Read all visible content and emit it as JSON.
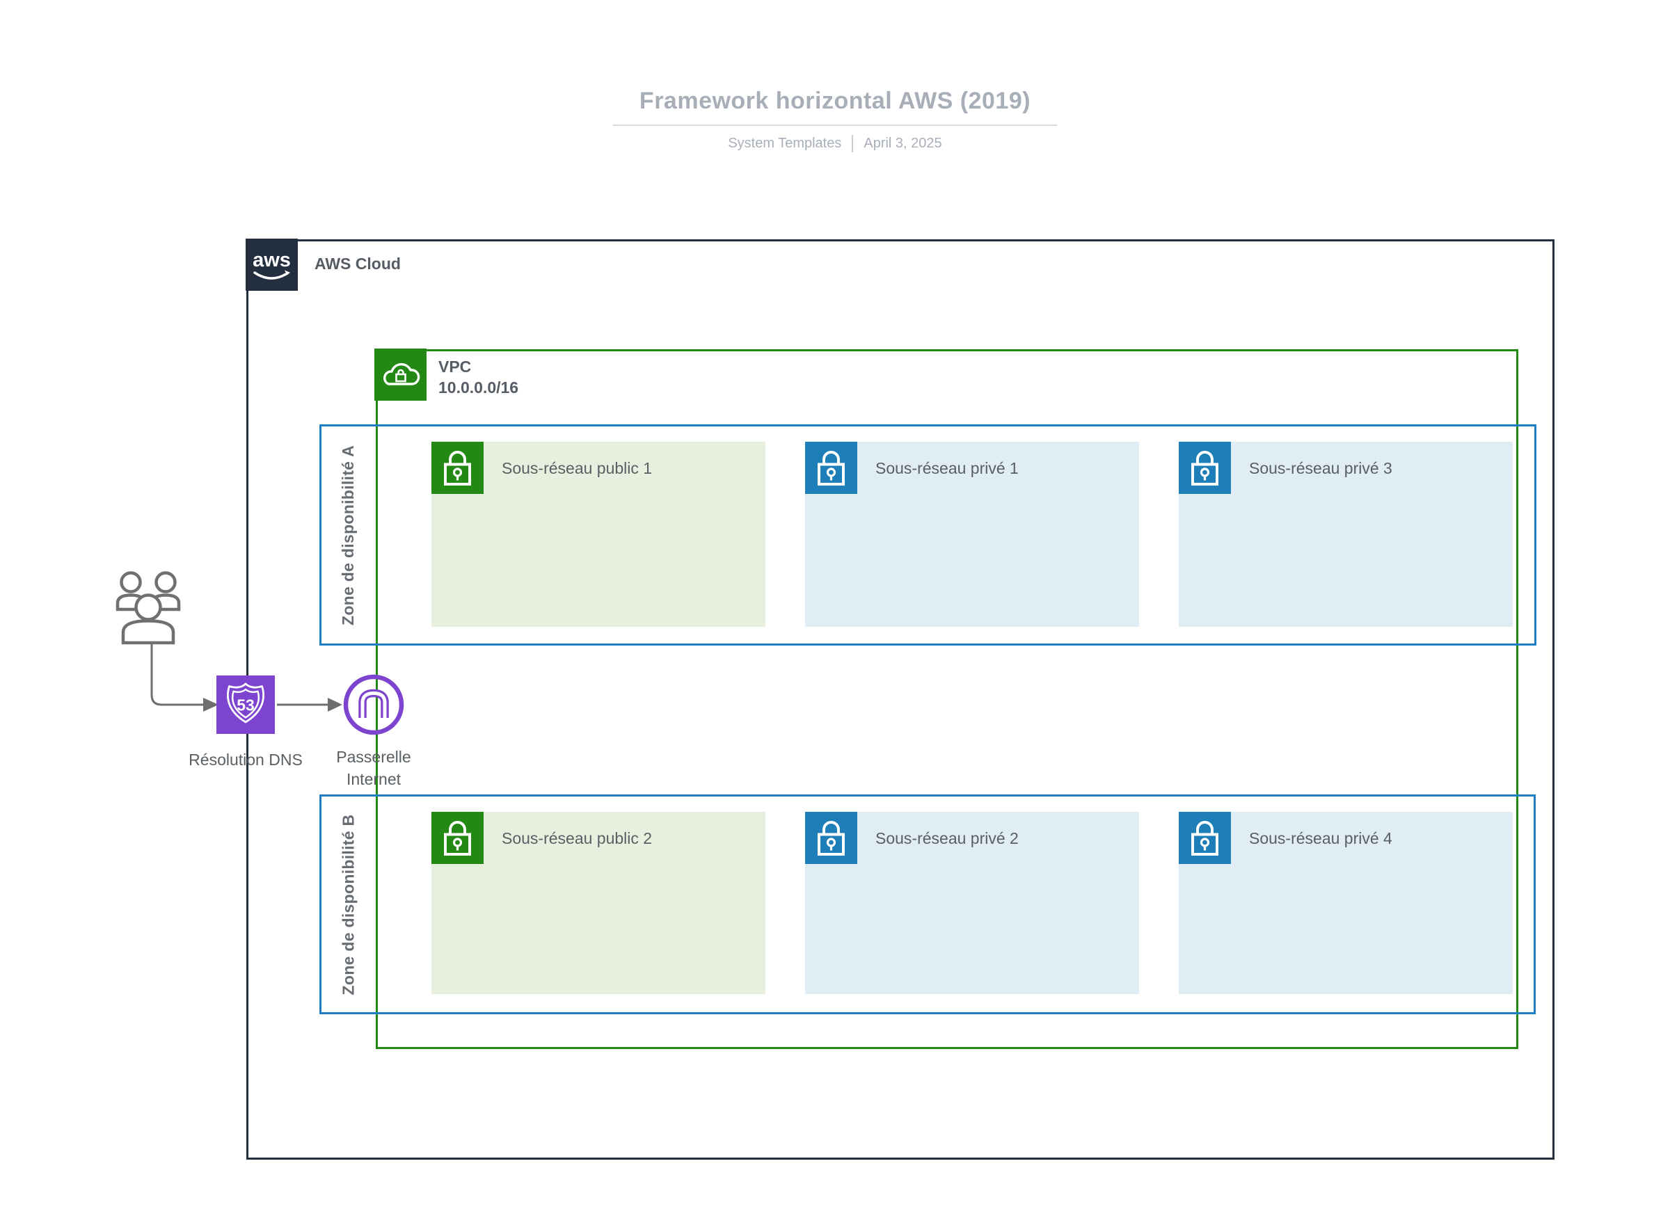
{
  "header": {
    "title": "Framework horizontal AWS (2019)",
    "subtitle_left": "System Templates",
    "subtitle_right": "April 3, 2025"
  },
  "aws_cloud": {
    "logo_text": "aws",
    "label": "AWS Cloud"
  },
  "vpc": {
    "label": "VPC",
    "cidr": "10.0.0.0/16"
  },
  "zones": [
    {
      "label": "Zone de disponibilité A",
      "subnets": [
        {
          "label": "Sous-réseau public 1",
          "type": "public"
        },
        {
          "label": "Sous-réseau privé 1",
          "type": "private"
        },
        {
          "label": "Sous-réseau privé 3",
          "type": "private"
        }
      ]
    },
    {
      "label": "Zone de disponibilité B",
      "subnets": [
        {
          "label": "Sous-réseau public 2",
          "type": "public"
        },
        {
          "label": "Sous-réseau privé 2",
          "type": "private"
        },
        {
          "label": "Sous-réseau privé 4",
          "type": "private"
        }
      ]
    }
  ],
  "external": {
    "dns_label": "Résolution DNS",
    "gateway_label_line1": "Passerelle",
    "gateway_label_line2": "Internet",
    "route53_badge": "53"
  },
  "colors": {
    "aws_navy": "#232F3E",
    "vpc_green": "#248814",
    "public_subnet_fill": "#E7F0DF",
    "private_subnet_fill": "#E0EDF5",
    "subnet_blue": "#1D7EB8",
    "zone_border_blue": "#1E7EC4",
    "purple": "#7D45CF",
    "arrow_gray": "#6E6E6E",
    "title_gray": "#A8AEB8"
  }
}
